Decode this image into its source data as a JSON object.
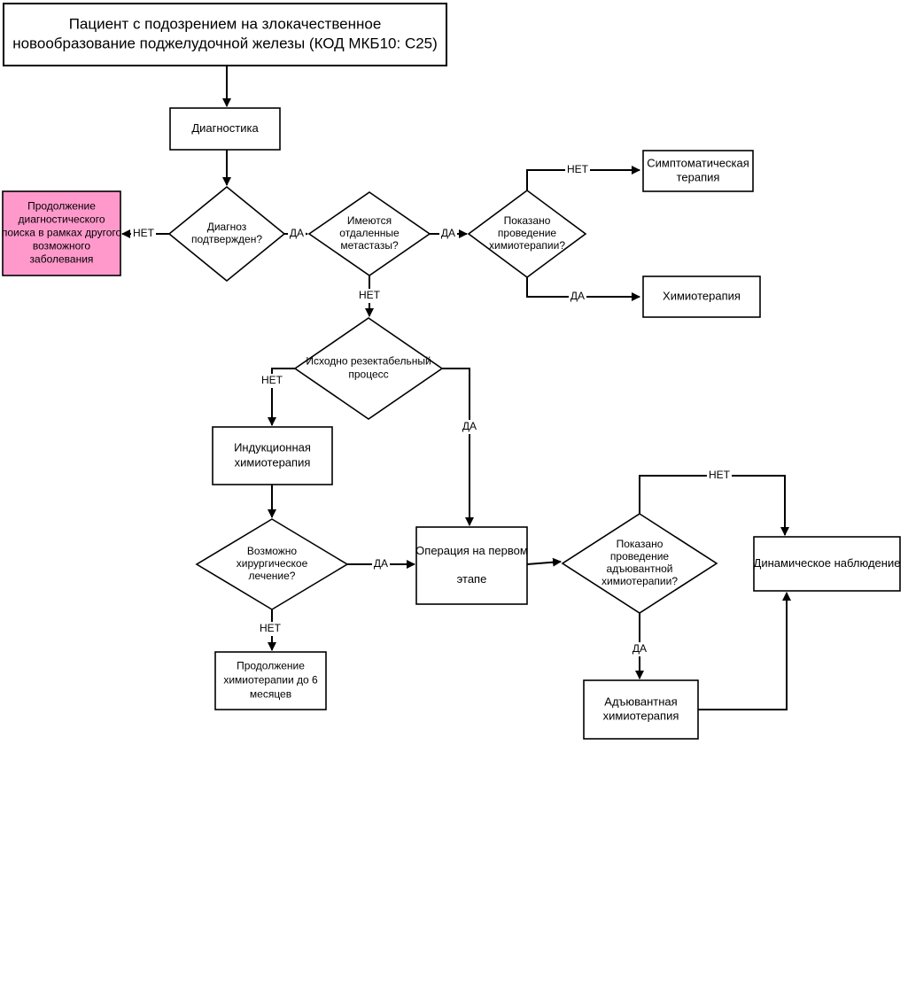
{
  "colors": {
    "stroke": "#000000",
    "background": "#ffffff",
    "highlight_fill": "#ff99cc"
  },
  "nodes": {
    "start": {
      "lines": [
        "Пациент с подозрением на злокачественное",
        "новообразование поджелудочной железы (КОД МКБ10: С25)"
      ]
    },
    "diagnostics": {
      "lines": [
        "Диагностика"
      ]
    },
    "diag_confirmed": {
      "lines": [
        "Диагноз",
        "подтвержден?"
      ]
    },
    "continue_search": {
      "lines": [
        "Продолжение",
        "диагностического",
        "поиска в рамках другого",
        "возможного",
        "заболевания"
      ]
    },
    "metastases": {
      "lines": [
        "Имеются",
        "отдаленные",
        "метастазы?"
      ]
    },
    "chemo_indicated": {
      "lines": [
        "Показано",
        "проведение",
        "химиотерапии?"
      ]
    },
    "symptomatic": {
      "lines": [
        "Симптоматическая",
        "терапия"
      ]
    },
    "chemotherapy": {
      "lines": [
        "Химиотерапия"
      ]
    },
    "resectable": {
      "lines": [
        "Исходно резектабельный",
        "процесс"
      ]
    },
    "induction": {
      "lines": [
        "Индукционная",
        "химиотерапия"
      ]
    },
    "surgery_possible": {
      "lines": [
        "Возможно",
        "хирургическое",
        "лечение?"
      ]
    },
    "continue_chemo": {
      "lines": [
        "Продолжение",
        "химиотерапии до 6",
        "месяцев"
      ]
    },
    "operation": {
      "lines": [
        "Операция на первом",
        "",
        "этапе"
      ]
    },
    "adjuvant_indicated": {
      "lines": [
        "Показано",
        "проведение",
        "адъювантной",
        "химиотерапии?"
      ]
    },
    "adjuvant": {
      "lines": [
        "Адъювантная",
        "химиотерапия"
      ]
    },
    "observation": {
      "lines": [
        "Динамическое наблюдение"
      ]
    }
  },
  "edge_labels": {
    "diag_no": "НЕТ",
    "diag_yes": "ДА",
    "meta_yes": "ДА",
    "meta_no": "НЕТ",
    "chemo_no": "НЕТ",
    "chemo_yes": "ДА",
    "resect_no": "НЕТ",
    "resect_yes": "ДА",
    "surg_yes": "ДА",
    "surg_no": "НЕТ",
    "adjv_no": "НЕТ",
    "adjv_yes": "ДА"
  }
}
